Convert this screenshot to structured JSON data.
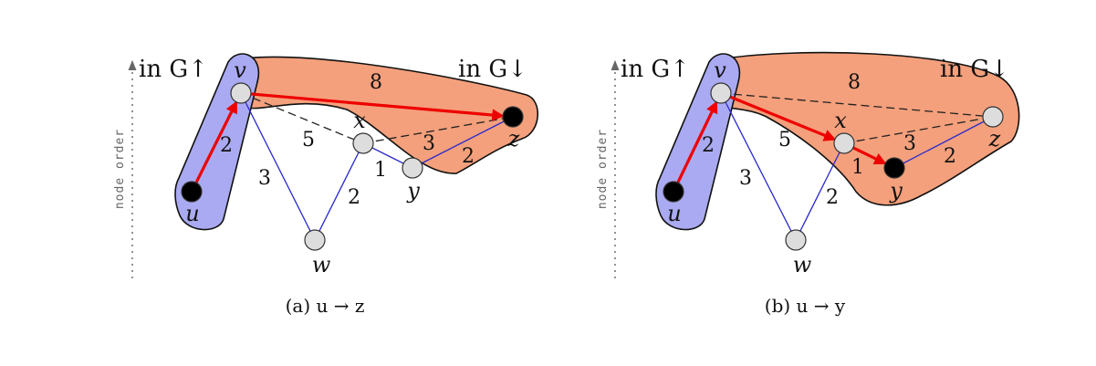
{
  "colors": {
    "up_fill": "#aaaaf2",
    "down_fill": "#f4a07c",
    "region_stroke": "#111111",
    "edge": "#2a2acc",
    "shortcut": "#222222",
    "path": "#ee0000",
    "node_fill": "#dddddd",
    "node_black": "#000000"
  },
  "axis_label": "node order",
  "panels": [
    {
      "id": "a",
      "caption": "(a) u → z",
      "up_label": "in G↑",
      "down_label": "in G↓",
      "nodes": [
        {
          "id": "v",
          "label": "v",
          "black": false
        },
        {
          "id": "u",
          "label": "u",
          "black": true
        },
        {
          "id": "x",
          "label": "x",
          "black": false
        },
        {
          "id": "y",
          "label": "y",
          "black": false
        },
        {
          "id": "z",
          "label": "z",
          "black": true
        },
        {
          "id": "w",
          "label": "w",
          "black": false
        }
      ],
      "edges": [
        {
          "from": "u",
          "to": "v",
          "weight": "2"
        },
        {
          "from": "v",
          "to": "w",
          "weight": "3"
        },
        {
          "from": "w",
          "to": "x",
          "weight": "2"
        },
        {
          "from": "x",
          "to": "y",
          "weight": "1"
        },
        {
          "from": "y",
          "to": "z",
          "weight": "2"
        }
      ],
      "shortcuts": [
        {
          "from": "v",
          "to": "x",
          "weight": "5"
        },
        {
          "from": "x",
          "to": "z",
          "weight": "3"
        },
        {
          "from": "v",
          "to": "z",
          "weight": "8"
        }
      ],
      "path": [
        "u",
        "v",
        "z"
      ]
    },
    {
      "id": "b",
      "caption": "(b) u → y",
      "up_label": "in G↑",
      "down_label": "in G↓",
      "nodes": [
        {
          "id": "v",
          "label": "v",
          "black": false
        },
        {
          "id": "u",
          "label": "u",
          "black": true
        },
        {
          "id": "x",
          "label": "x",
          "black": false
        },
        {
          "id": "y",
          "label": "y",
          "black": true
        },
        {
          "id": "z",
          "label": "z",
          "black": false
        },
        {
          "id": "w",
          "label": "w",
          "black": false
        }
      ],
      "edges": [
        {
          "from": "u",
          "to": "v",
          "weight": "2"
        },
        {
          "from": "v",
          "to": "w",
          "weight": "3"
        },
        {
          "from": "w",
          "to": "x",
          "weight": "2"
        },
        {
          "from": "x",
          "to": "y",
          "weight": "1"
        },
        {
          "from": "y",
          "to": "z",
          "weight": "2"
        }
      ],
      "shortcuts": [
        {
          "from": "v",
          "to": "x",
          "weight": "5"
        },
        {
          "from": "x",
          "to": "z",
          "weight": "3"
        },
        {
          "from": "v",
          "to": "z",
          "weight": "8"
        }
      ],
      "path": [
        "u",
        "v",
        "x",
        "y"
      ]
    }
  ]
}
